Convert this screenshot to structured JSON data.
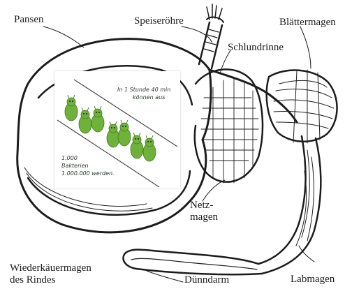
{
  "labels": {
    "pansen": "Pansen",
    "speiseroehre": "Speiseröhre",
    "blaettermagen": "Blättermagen",
    "schlundrinne": "Schlundrinne",
    "netzmagen_line1": "Netz-",
    "netzmagen_line2": "magen",
    "caption_line1": "Wiederkäuermagen",
    "caption_line2": "des Rindes",
    "duenndarm": "Dünndarm",
    "labmagen": "Labmagen"
  },
  "inset": {
    "top_text_line1": "In 1 Stunde 40 min",
    "top_text_line2": "können aus",
    "bottom_text_line1": "1.000",
    "bottom_text_line2": "Bakterien",
    "bottom_text_line3": "1.000.000 werden.",
    "figure_color": "#6fb13a",
    "figure_dark": "#3d7a1e"
  },
  "colors": {
    "ink": "#1c1c1c",
    "paper": "#ffffff"
  }
}
